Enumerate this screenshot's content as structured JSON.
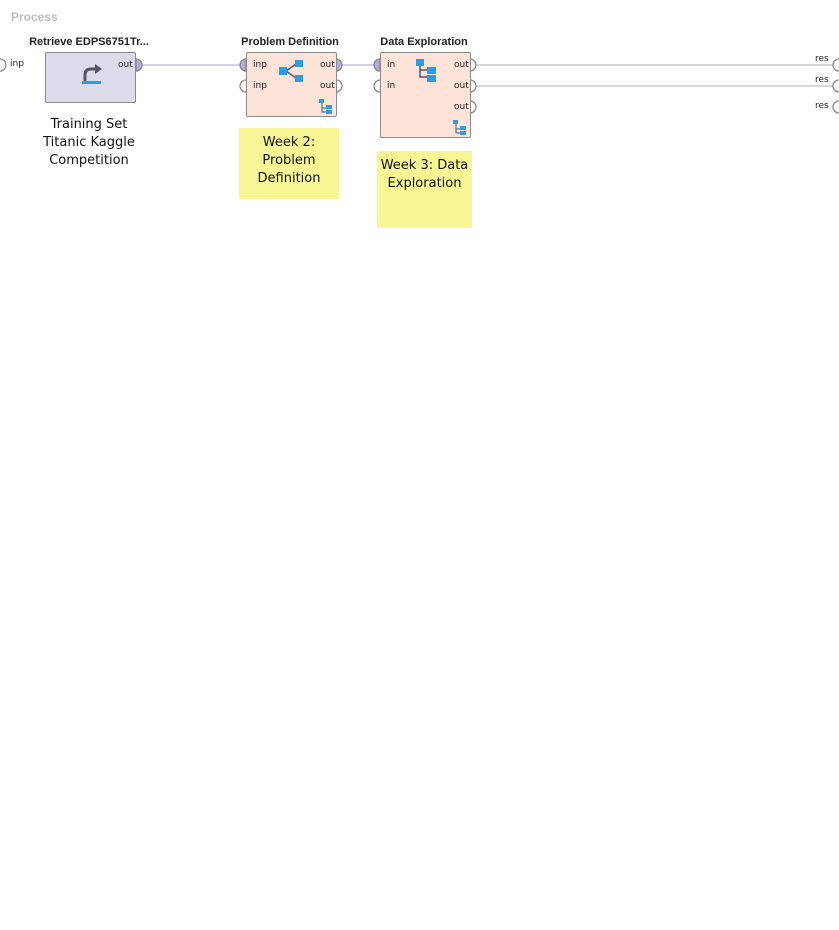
{
  "process_title": "Process",
  "process_input_port": "inp",
  "operators": [
    {
      "title": "Retrieve EDPS6751Tr...",
      "ports_out": [
        "out"
      ],
      "annotation": "Training Set Titanic Kaggle Competition",
      "icon": "retrieve-icon"
    },
    {
      "title": "Problem Definition",
      "ports_in": [
        "inp",
        "inp"
      ],
      "ports_out": [
        "out",
        "out"
      ],
      "sticky_note": "Week 2: Problem Definition",
      "icon": "subprocess-icon"
    },
    {
      "title": "Data Exploration",
      "ports_in": [
        "in",
        "in"
      ],
      "ports_out": [
        "out",
        "out",
        "out"
      ],
      "sticky_note": "Week 3: Data Exploration",
      "icon": "subprocess-tree-icon"
    }
  ],
  "result_ports": [
    "res",
    "res",
    "res"
  ],
  "colors": {
    "connection_active": "#a39ee0",
    "connection_inactive": "#b0b0b0",
    "retrieve_fill": "#dddae9",
    "subprocess_fill": "#fde3d8",
    "sticky": "#f8f595",
    "port_connected": "#b3aed8"
  }
}
